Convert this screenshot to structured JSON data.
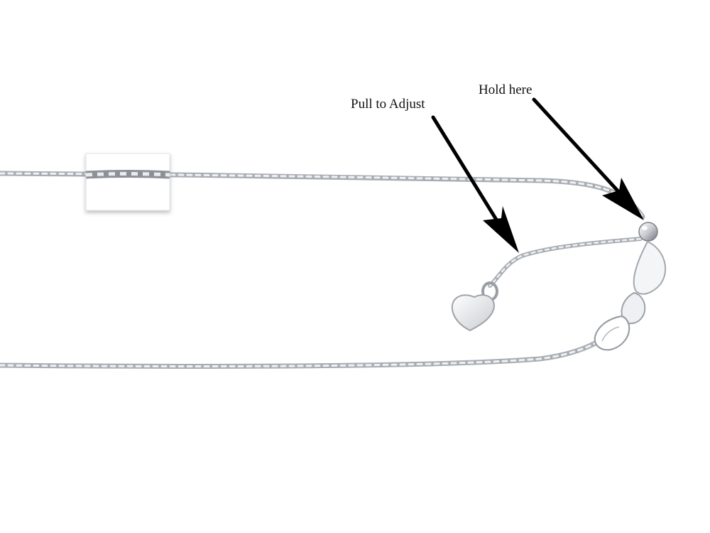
{
  "callouts": {
    "pull": "Pull to Adjust",
    "hold": "Hold here"
  },
  "colors": {
    "background": "#ffffff",
    "chain": "#b9bcc2",
    "chain_highlight": "#eef0f3",
    "arrow": "#000000",
    "label_text": "#111111"
  },
  "icons": {
    "chain": "rope-chain",
    "pendant": "heart-tag",
    "slider": "adjustable-slider-bead",
    "clasp": "lobster-clasp",
    "arrow": "arrow-pointer"
  }
}
